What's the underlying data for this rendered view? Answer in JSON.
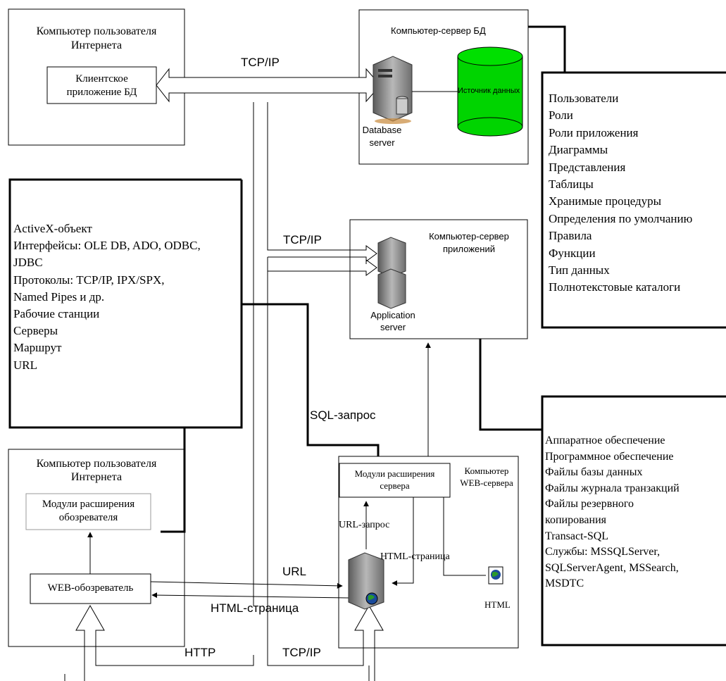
{
  "client_pc_top": {
    "title_line1": "Компьютер пользователя",
    "title_line2": "Интернета",
    "app_line1": "Клиентское",
    "app_line2": "приложение БД"
  },
  "db_server": {
    "title": "Компьютер-сервер БД",
    "datasource": "Источник данных",
    "server_label_line1": "Database",
    "server_label_line2": "server"
  },
  "db_objects": [
    "Пользователи",
    "Роли",
    "Роли приложения",
    "Диаграммы",
    "Представления",
    "Таблицы",
    "Хранимые процедуры",
    "Определения по умолчанию",
    "Правила",
    "Функции",
    "Тип данных",
    "Полнотекстовые каталоги"
  ],
  "activex_list": [
    "ActiveX-объект",
    "Интерфейсы: OLE DB, ADO, ODBC,",
    "JDBC",
    "Протоколы: TCP/IP, IPX/SPX,",
    "Named Pipes и др.",
    "Рабочие станции",
    "Серверы",
    "Маршрут",
    "URL"
  ],
  "app_server": {
    "title_line1": "Компьютер-сервер",
    "title_line2": "приложений",
    "label_line1": "Application",
    "label_line2": "server"
  },
  "server_items": [
    "Аппаратное обеспечение",
    "Программное обеспечение",
    "Файлы базы данных",
    "Файлы журнала транзакций",
    "Файлы резервного",
    "копирования",
    "Transact-SQL",
    "Службы: MSSQLServer,",
    "SQLServerAgent, MSSearch,",
    "MSDTC"
  ],
  "client_pc_bottom": {
    "title_line1": "Компьютер пользователя",
    "title_line2": "Интернета",
    "ext_line1": "Модули расширения",
    "ext_line2": "обозревателя",
    "browser": "WEB-обозреватель"
  },
  "web_server": {
    "title_line1": "Компьютер",
    "title_line2": "WEB-сервера",
    "ext_line1": "Модули расширения",
    "ext_line2": "сервера",
    "html": "HTML"
  },
  "labels": {
    "tcpip_top": "TCP/IP",
    "tcpip_mid": "TCP/IP",
    "tcpip_bottom": "TCP/IP",
    "sql_request": "SQL-запрос",
    "url_request": "URL-запрос",
    "html_page_inner": "HTML-страница",
    "url": "URL",
    "html_page": "HTML-страница",
    "http": "HTTP"
  },
  "colors": {
    "cylinder": "#00d400",
    "server_body": "#8a8a8a",
    "server_accent": "#c8893a"
  }
}
